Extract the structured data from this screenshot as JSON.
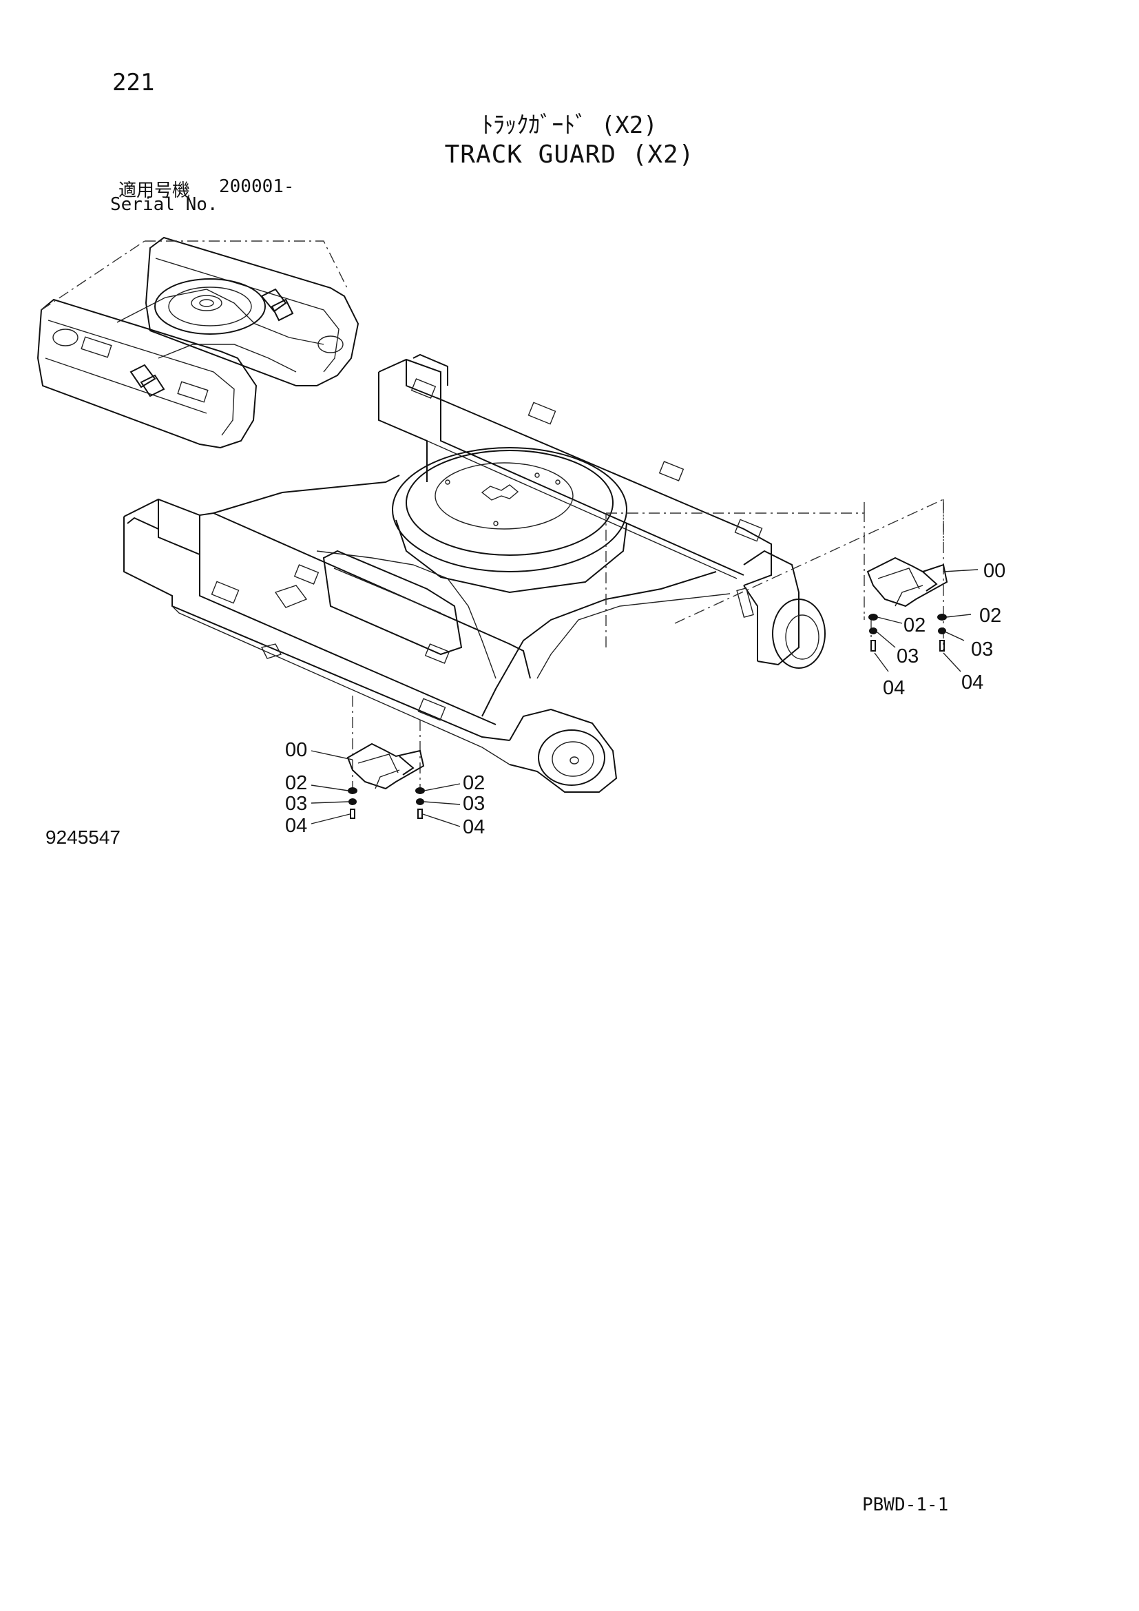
{
  "header": {
    "page_number": "221",
    "title_jp": "ﾄﾗｯｸｶﾞｰﾄﾞ (X2)",
    "title_en": "TRACK GUARD (X2)",
    "serial_label_jp": "適用号機",
    "serial_value": "200001-",
    "serial_label_en": "Serial No."
  },
  "diagram": {
    "callouts_right": [
      "00",
      "02",
      "02",
      "03",
      "03",
      "04",
      "04"
    ],
    "callouts_bottom": [
      "00",
      "02",
      "03",
      "04",
      "02",
      "03",
      "04"
    ]
  },
  "footer": {
    "drawing_number": "9245547",
    "page_code": "PBWD-1-1"
  }
}
